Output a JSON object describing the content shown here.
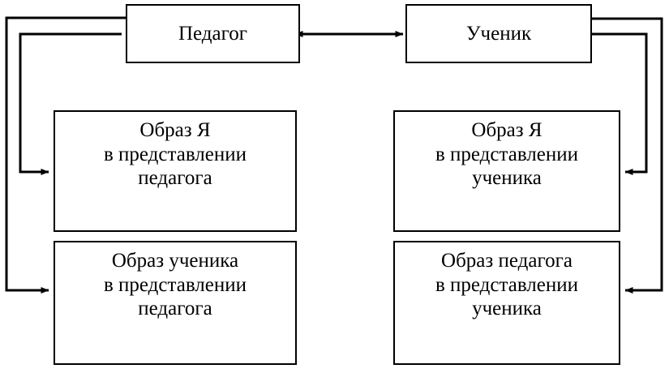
{
  "diagram": {
    "title": "",
    "stroke_color": "#000000",
    "fill_color": "#ffffff",
    "nodes": {
      "teacher": {
        "label": "Педагог"
      },
      "student": {
        "label": "Ученик"
      },
      "teacher_self_image": {
        "label": "Образ Я\nв представлении\nпедагога"
      },
      "teacher_student_image": {
        "label": "Образ ученика\nв представлении\nпедагога"
      },
      "student_self_image": {
        "label": "Образ Я\nв представлении\nученика"
      },
      "student_teacher_image": {
        "label": "Образ педагога\nв представлении\nученика"
      }
    },
    "connectors": [
      {
        "name": "teacher-student-bidirectional",
        "from": "teacher",
        "to": "student",
        "arrow": "both"
      },
      {
        "name": "teacher-to-self-image",
        "from": "teacher",
        "to": "teacher_self_image",
        "arrow": "end"
      },
      {
        "name": "teacher-to-student-image",
        "from": "teacher",
        "to": "teacher_student_image",
        "arrow": "end"
      },
      {
        "name": "student-to-self-image",
        "from": "student",
        "to": "student_self_image",
        "arrow": "end"
      },
      {
        "name": "student-to-teacher-image",
        "from": "student",
        "to": "student_teacher_image",
        "arrow": "end"
      }
    ]
  }
}
